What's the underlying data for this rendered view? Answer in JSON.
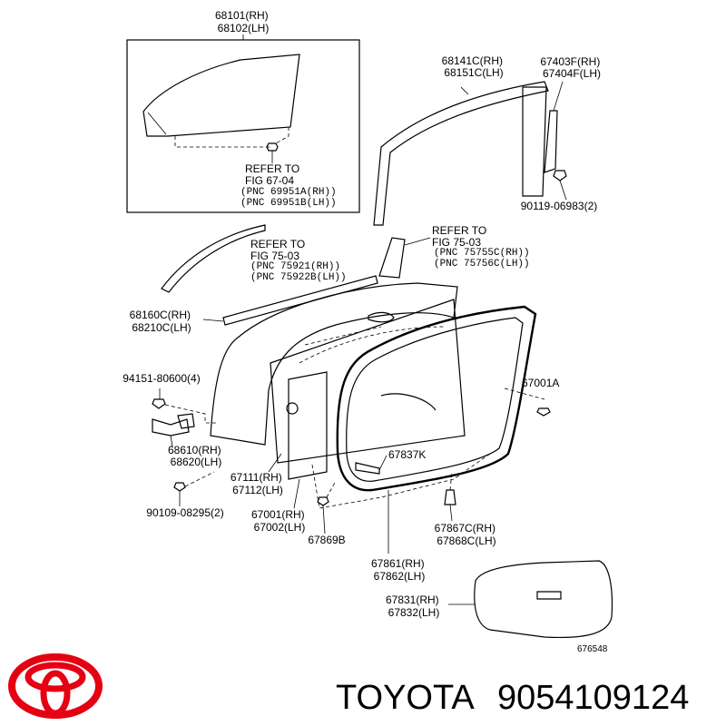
{
  "diagram": {
    "callouts": {
      "c68101": [
        "68101(RH)",
        "68102(LH)"
      ],
      "c68141": [
        "68141C(RH)",
        "68151C(LH)"
      ],
      "c67403": [
        "67403F(RH)",
        "67404F(LH)"
      ],
      "c90119": [
        "90119-06983(2)"
      ],
      "refer6704": [
        "REFER TO",
        "FIG 67-04"
      ],
      "pnc69951": [
        "(PNC 69951A(RH))",
        "(PNC 69951B(LH))"
      ],
      "refer7503a": [
        "REFER TO",
        "FIG 75-03"
      ],
      "pnc7592": [
        "(PNC 75921(RH))",
        "(PNC 75922B(LH))"
      ],
      "refer7503b": [
        "REFER TO",
        "FIG 75-03"
      ],
      "pnc7575": [
        "(PNC 75755C(RH))",
        "(PNC 75756C(LH))"
      ],
      "c68160": [
        "68160C(RH)",
        "68210C(LH)"
      ],
      "c94151": [
        "94151-80600(4)"
      ],
      "c67001A": [
        "67001A"
      ],
      "c68610": [
        "68610(RH)",
        "68620(LH)"
      ],
      "c67837": [
        "67837K"
      ],
      "c67111": [
        "67111(RH)",
        "67112(LH)"
      ],
      "c90109": [
        "90109-08295(2)"
      ],
      "c67001": [
        "67001(RH)",
        "67002(LH)"
      ],
      "c67867": [
        "67867C(RH)",
        "67868C(LH)"
      ],
      "c67869": [
        "67869B"
      ],
      "c67861": [
        "67861(RH)",
        "67862(LH)"
      ],
      "c67831": [
        "67831(RH)",
        "67832(LH)"
      ]
    },
    "figure_number": "676548"
  },
  "footer": {
    "brand": "TOYOTA",
    "part_number": "9054109124"
  },
  "colors": {
    "logo_red": "#e50012",
    "ink": "#000000"
  },
  "icons": {
    "logo": "toyota-logo-icon"
  }
}
